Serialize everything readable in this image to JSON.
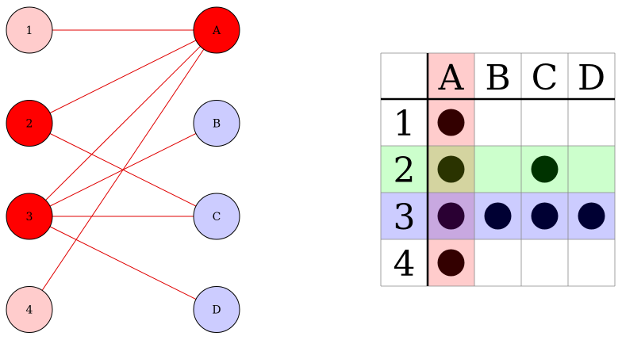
{
  "graph": {
    "left_nodes": [
      {
        "id": "1",
        "label": "1",
        "selected": false
      },
      {
        "id": "2",
        "label": "2",
        "selected": true
      },
      {
        "id": "3",
        "label": "3",
        "selected": true
      },
      {
        "id": "4",
        "label": "4",
        "selected": false
      }
    ],
    "right_nodes": [
      {
        "id": "A",
        "label": "A",
        "selected": true
      },
      {
        "id": "B",
        "label": "B",
        "selected": false
      },
      {
        "id": "C",
        "label": "C",
        "selected": false
      },
      {
        "id": "D",
        "label": "D",
        "selected": false
      }
    ],
    "edges": [
      {
        "from": "1",
        "to": "A"
      },
      {
        "from": "2",
        "to": "A"
      },
      {
        "from": "2",
        "to": "C"
      },
      {
        "from": "3",
        "to": "A"
      },
      {
        "from": "3",
        "to": "B"
      },
      {
        "from": "3",
        "to": "C"
      },
      {
        "from": "3",
        "to": "D"
      },
      {
        "from": "4",
        "to": "A"
      }
    ]
  },
  "matrix": {
    "columns": [
      "A",
      "B",
      "C",
      "D"
    ],
    "rows": [
      "1",
      "2",
      "3",
      "4"
    ],
    "highlighted_column": "A",
    "highlighted_rows": [
      "2",
      "3"
    ],
    "cells": [
      [
        "1",
        "A"
      ],
      [
        "2",
        "A"
      ],
      [
        "2",
        "C"
      ],
      [
        "3",
        "A"
      ],
      [
        "3",
        "B"
      ],
      [
        "3",
        "C"
      ],
      [
        "3",
        "D"
      ],
      [
        "4",
        "A"
      ]
    ]
  },
  "colors": {
    "edge": "#e00000",
    "selected_node_fill": "#ff0000",
    "left_node_fill": "#ffcccc",
    "right_node_fill": "#ccccff",
    "node_stroke": "#000000",
    "column_highlight": "#ffcccc",
    "row2_highlight": "#ccffcc",
    "row3_highlight": "#ccccff",
    "overlap_row2": "#d4d4a0",
    "overlap_row3": "#c8a8e0",
    "dot_default": "#330000",
    "dot_row2_colA": "#2a3300",
    "dot_row2": "#003300",
    "dot_row3_colA": "#2a0033",
    "dot_row3": "#000033",
    "grid": "#888888"
  }
}
